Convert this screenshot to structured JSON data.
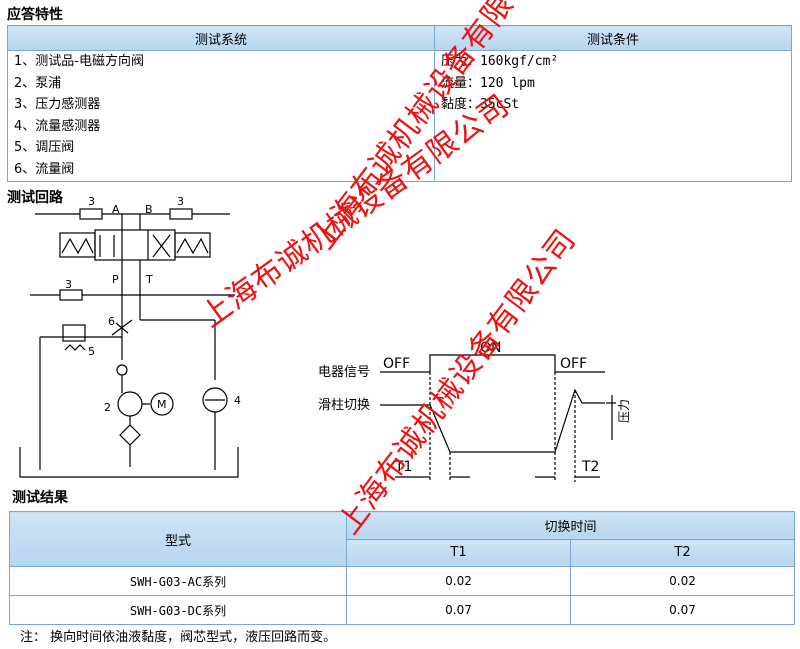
{
  "response": {
    "title": "应答特性",
    "col_system": "测试系统",
    "col_conditions": "测试条件",
    "system_items": [
      "1、测试品-电磁方向阀",
      "2、泵浦",
      "3、压力感测器",
      "4、流量感测器",
      "5、调压阀",
      "6、流量阀"
    ],
    "condition_items": [
      "压力：160kgf/cm²",
      "流量：120 lpm",
      "黏度：35cSt"
    ]
  },
  "circuit": {
    "title": "测试回路",
    "labels": {
      "port_a": "A",
      "port_b": "B",
      "port_p": "P",
      "port_t": "T",
      "n3a": "3",
      "n3b": "3",
      "n3c": "3",
      "n6": "6",
      "n5": "5",
      "n2": "2",
      "n4": "4",
      "motor": "M"
    }
  },
  "timing": {
    "signal_label": "电器信号",
    "spool_label": "滑柱切换",
    "off1": "OFF",
    "on": "ON",
    "off2": "OFF",
    "t1": "T1",
    "t2": "T2",
    "pressure_label": "压力"
  },
  "results": {
    "title": "测试结果",
    "col_model": "型式",
    "col_time": "切换时间",
    "col_t1": "T1",
    "col_t2": "T2",
    "rows": [
      {
        "model": "SWH-G03-AC系列",
        "t1": "0.02",
        "t2": "0.02"
      },
      {
        "model": "SWH-G03-DC系列",
        "t1": "0.07",
        "t2": "0.07"
      }
    ]
  },
  "note": "注：  换向时间依油液黏度，阀芯型式，液压回路而变。",
  "watermarks": [
    "上海布诚机械设备有限公司",
    "上海布诚机械设备有限公司",
    "上海布诚机械设备有限公司"
  ],
  "colors": {
    "header_bg": "#c3dcf2",
    "border": "#7aa6cf",
    "watermark": "#e11111"
  }
}
